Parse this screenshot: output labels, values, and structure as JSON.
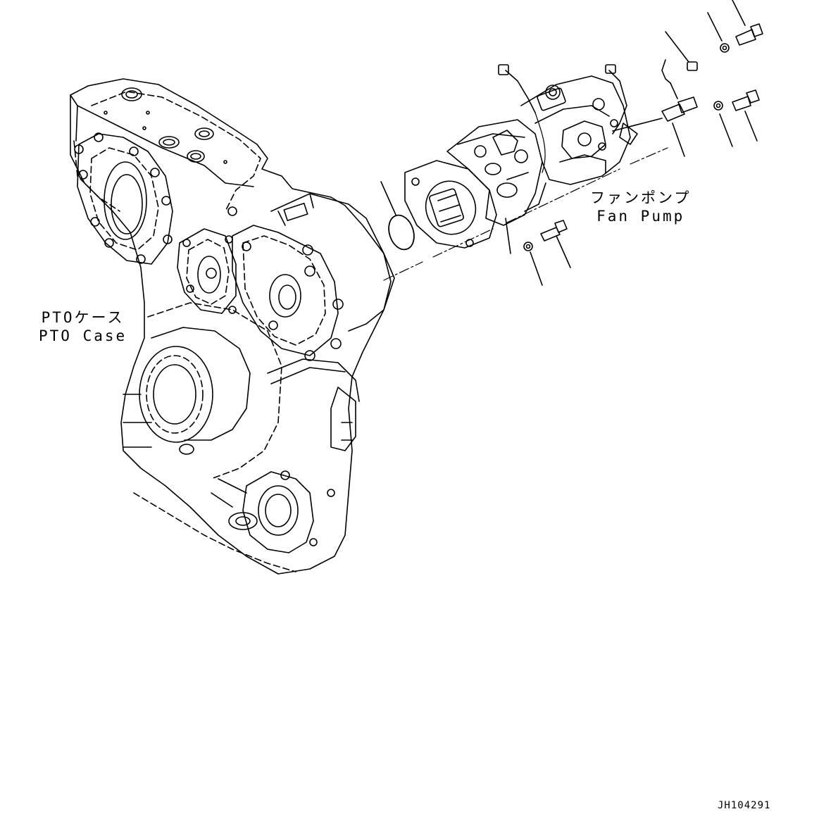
{
  "labels": {
    "pto_case_jp": "PTOケース",
    "pto_case_en": "PTO Case",
    "fan_pump_jp": "ファンポンプ",
    "fan_pump_en": "Fan Pump"
  },
  "drawing_id": "JH104291",
  "colors": {
    "line": "#000000",
    "background": "#ffffff"
  }
}
